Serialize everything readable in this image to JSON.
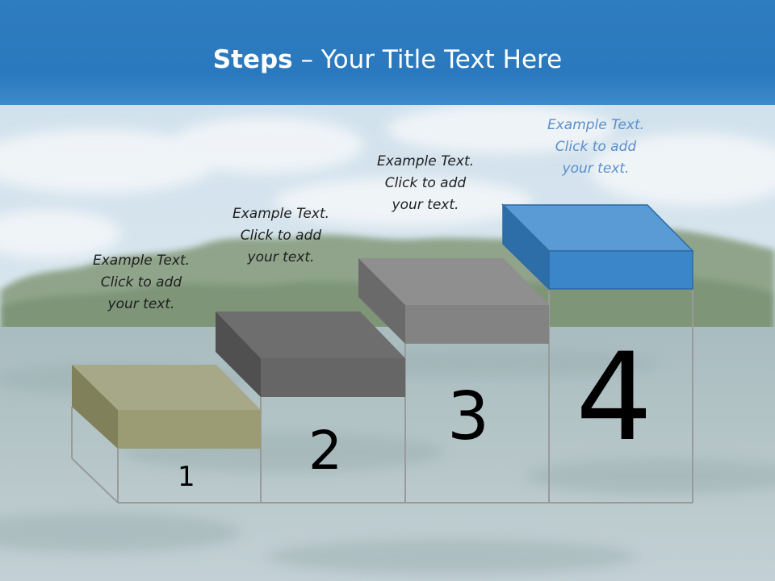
{
  "slide": {
    "title_bold": "Steps",
    "title_rest": " – Your Title Text Here"
  },
  "steps": [
    {
      "number": "1",
      "text": [
        "Example Text.",
        "Click  to add",
        "your text."
      ],
      "color": "#9b9c74"
    },
    {
      "number": "2",
      "text": [
        "Example Text.",
        "Click  to add",
        "your text."
      ],
      "color": "#6b6b6b"
    },
    {
      "number": "3",
      "text": [
        "Example Text.",
        "Click  to add",
        "your text."
      ],
      "color": "#8a8a8a"
    },
    {
      "number": "4",
      "text": [
        "Example Text.",
        "Click  to add",
        "your text."
      ],
      "color": "#3a86c8"
    }
  ],
  "colors": {
    "title_bar": "#2f7cc0",
    "accent_blue": "#3a86c8"
  }
}
